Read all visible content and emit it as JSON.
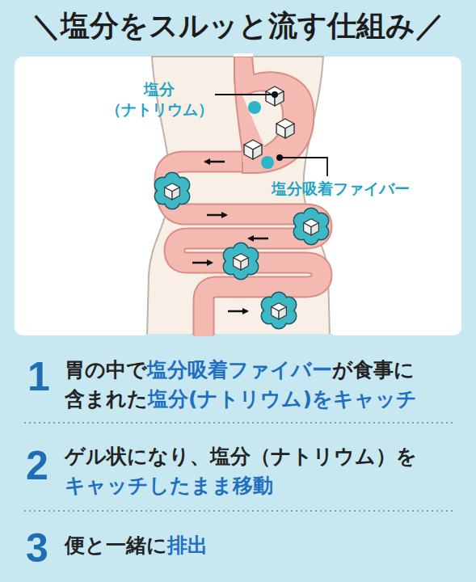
{
  "diagram": {
    "title": "＼塩分をスルッと流す仕組み／",
    "labels": [
      "塩分 （ナトリウム）",
      "塩分吸着ファイバー",
      "1",
      "胃の中で",
      "塩分吸着ファイバー",
      "が食事に",
      "含まれた",
      "塩分(ナトリウム)をキャッチ",
      "2",
      "ゲル状になり、塩分（ナトリウム）を",
      "キャッチしたまま移動",
      "3",
      "便と一緒に",
      "排出"
    ]
  }
}
